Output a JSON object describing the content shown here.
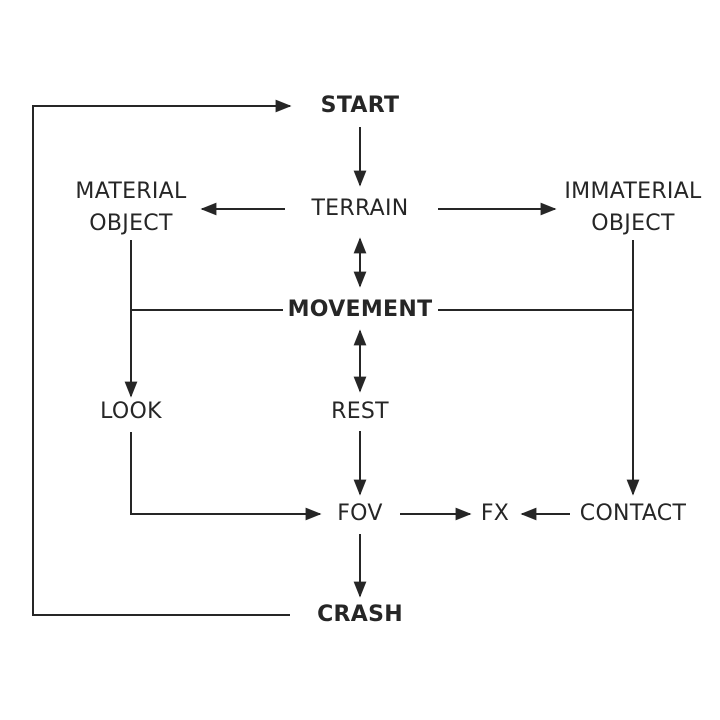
{
  "diagram": {
    "nodes": {
      "start": "START",
      "terrain": "TERRAIN",
      "material_object": [
        "MATERIAL",
        "OBJECT"
      ],
      "immaterial_object": [
        "IMMATERIAL",
        "OBJECT"
      ],
      "movement": "MOVEMENT",
      "look": "LOOK",
      "rest": "REST",
      "fov": "FOV",
      "fx": "FX",
      "contact": "CONTACT",
      "crash": "CRASH"
    },
    "colors": {
      "line": "#262626",
      "text": "#262626",
      "background": "#ffffff"
    }
  }
}
